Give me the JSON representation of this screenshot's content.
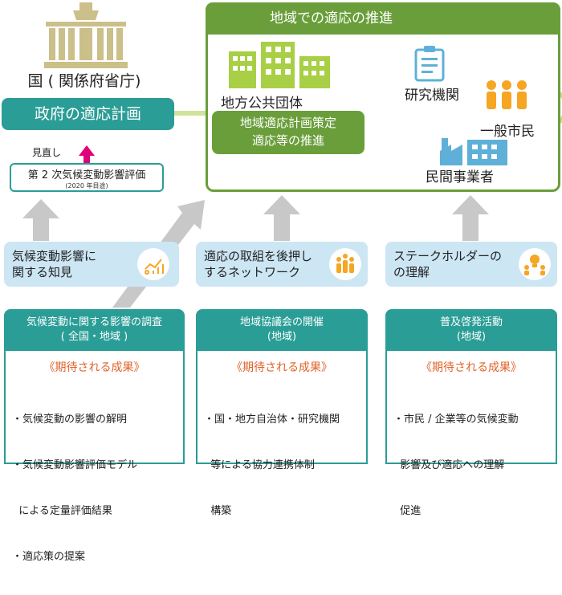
{
  "government": {
    "label": "国 ( 関係府省庁)",
    "plan": "政府の適応計画",
    "review": "見直し",
    "assessment_title": "第 2 次気候変動影響評価",
    "assessment_date": "(2020 年目途)"
  },
  "region": {
    "title": "地域での適応の推進",
    "local_gov": "地方公共団体",
    "local_plan_line1": "地域適応計画策定",
    "local_plan_line2": "適応等の推進",
    "research": "研究機関",
    "citizen": "一般市民",
    "business": "民間事業者"
  },
  "columns": [
    {
      "knowledge_line1": "気候変動影響に",
      "knowledge_line2": "関する知見",
      "heading_line1": "気候変動に関する影響の調査",
      "heading_line2": "( 全国・地域 )",
      "expected": "《期待される成果》",
      "items": [
        "・気候変動の影響の解明",
        "・気候変動影響評価モデル",
        "  による定量評価結果",
        "・適応策の提案"
      ]
    },
    {
      "knowledge_line1": "適応の取組を後押し",
      "knowledge_line2": "するネットワーク",
      "heading_line1": "地域協議会の開催",
      "heading_line2": "(地域)",
      "expected": "《期待される成果》",
      "items": [
        "・国・地方自治体・研究機関",
        "  等による協力連携体制",
        "  構築"
      ]
    },
    {
      "knowledge_line1": "ステークホルダーの",
      "knowledge_line2": "の理解",
      "heading_line1": "普及啓発活動",
      "heading_line2": "(地域)",
      "expected": "《期待される成果》",
      "items": [
        "・市民 / 企業等の気候変動",
        "  影響及び適応への理解",
        "  促進"
      ]
    }
  ],
  "colors": {
    "teal": "#2a9d96",
    "green": "#6a9e3a",
    "light_blue": "#cce6f4",
    "orange": "#e0622a",
    "magenta": "#e0007a",
    "gray_arrow": "#c8c8c8"
  }
}
